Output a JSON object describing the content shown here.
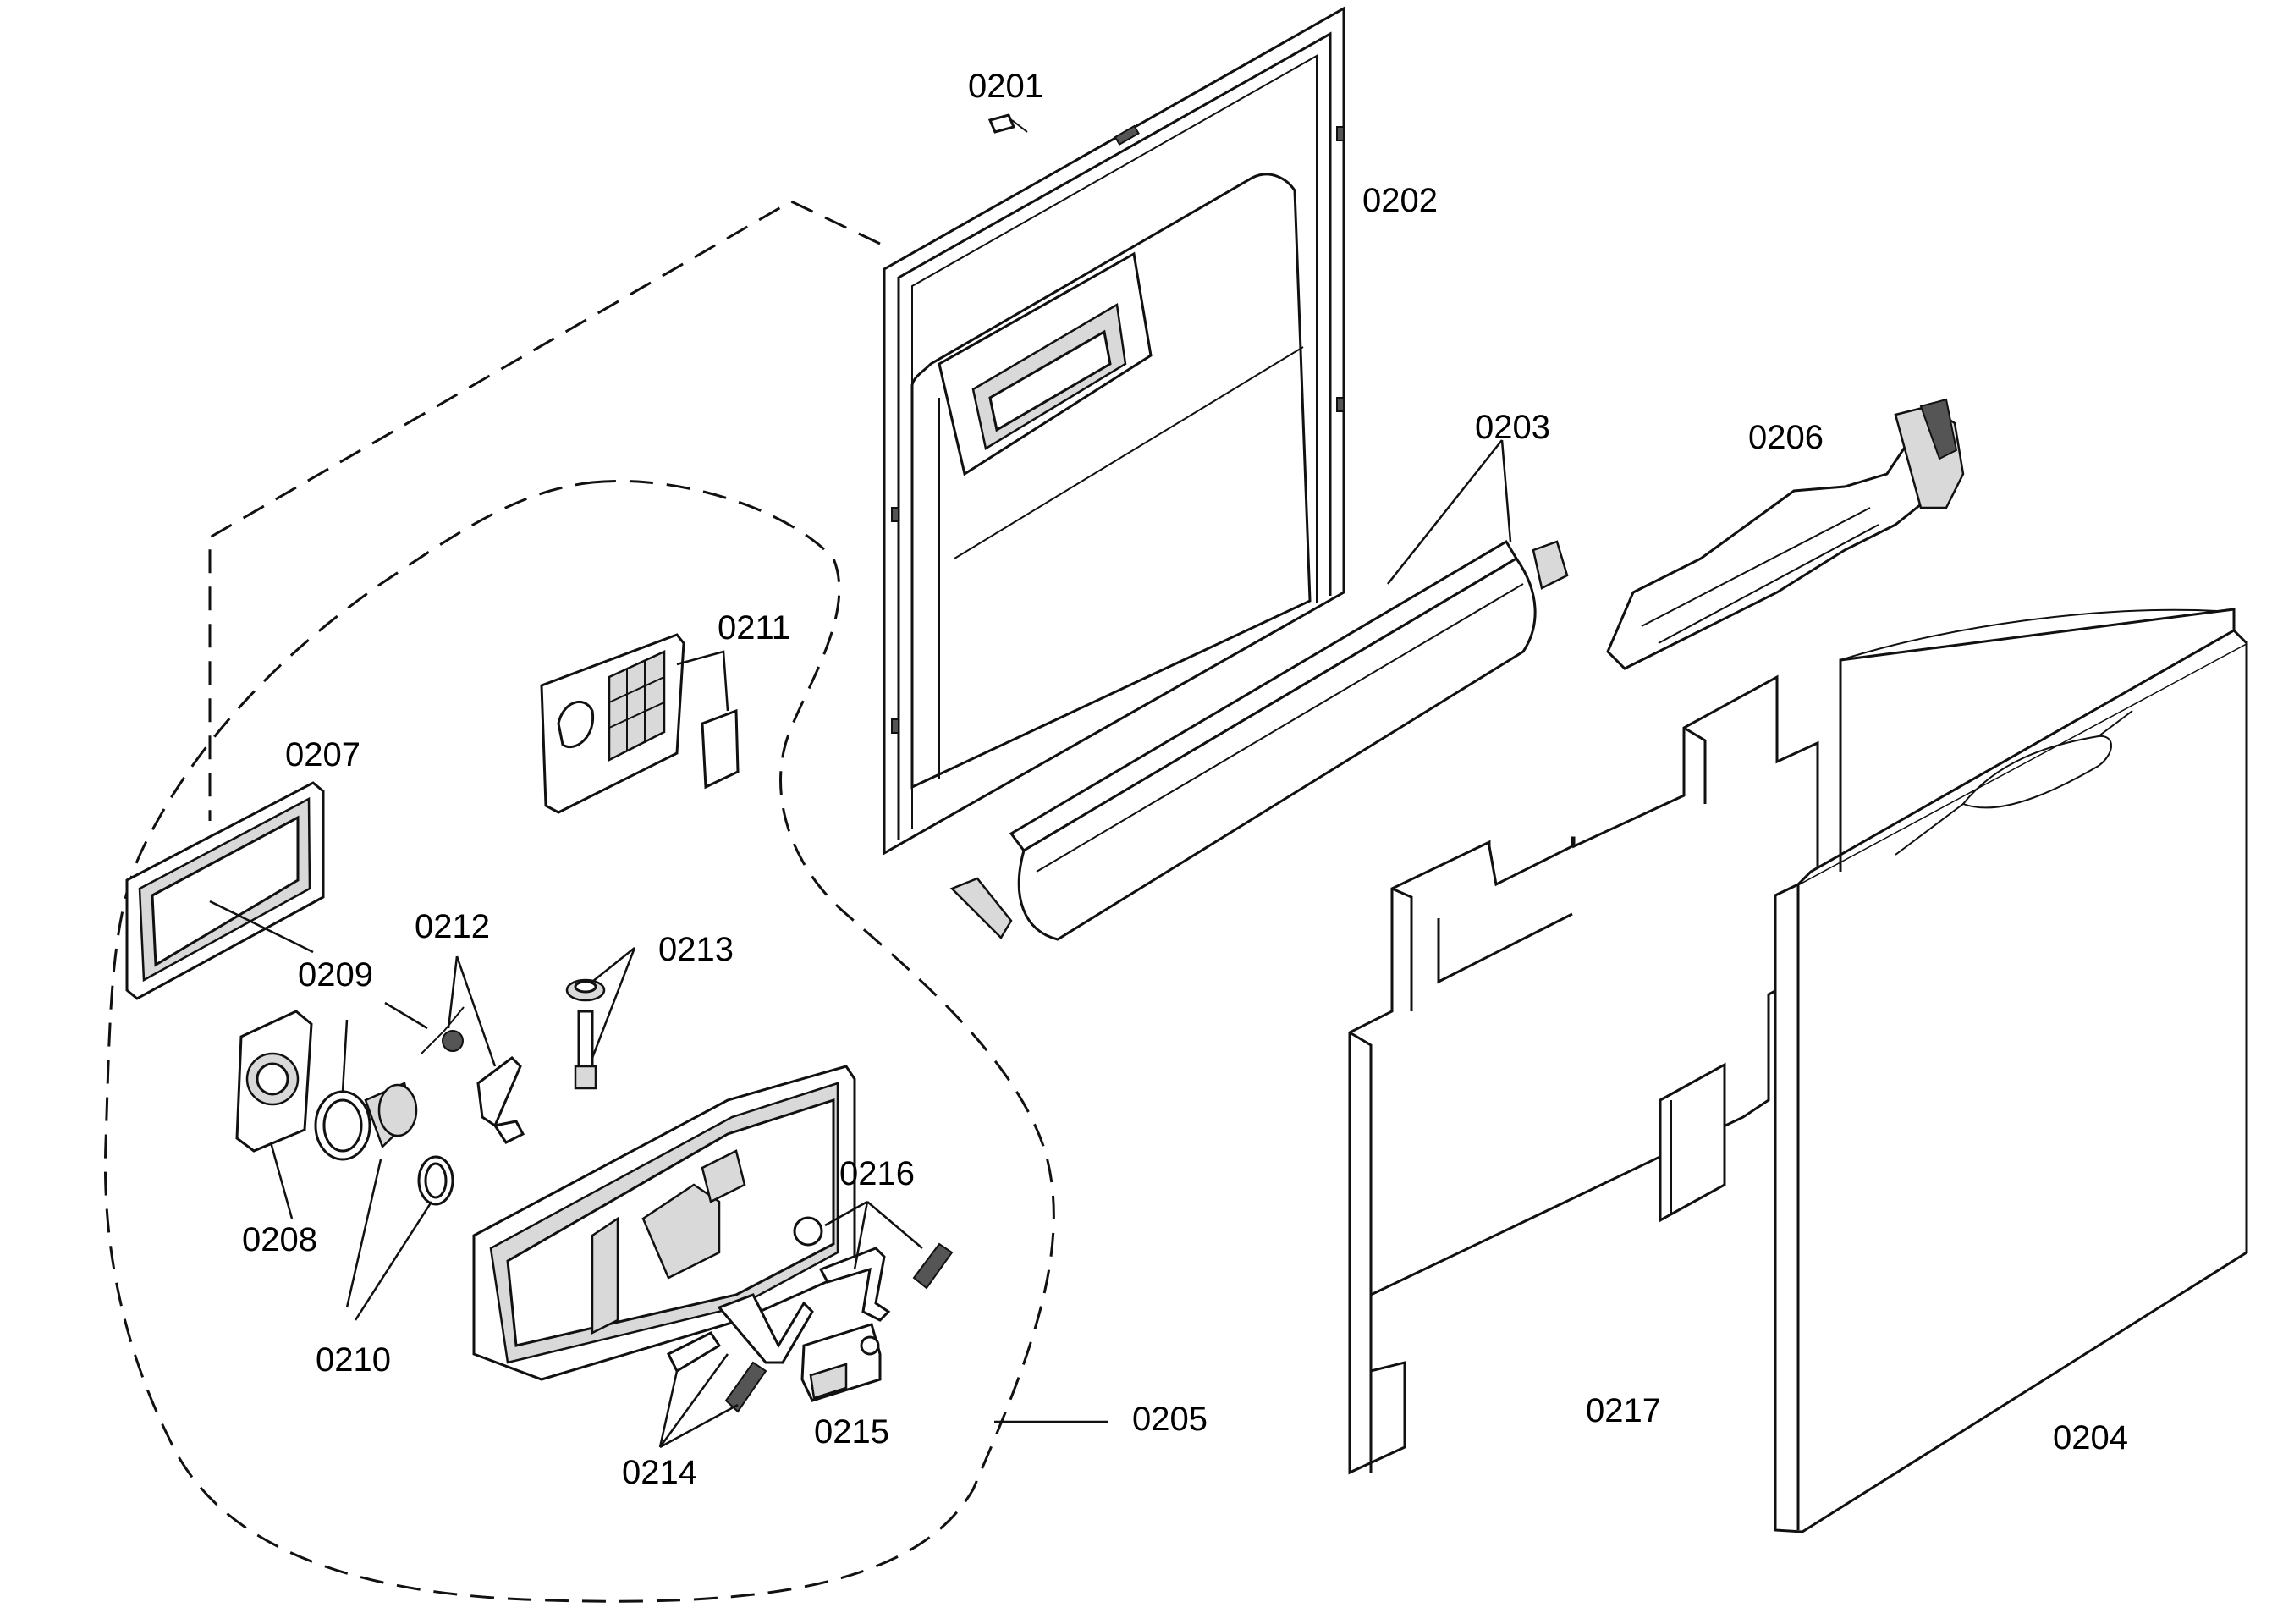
{
  "diagram": {
    "labels": {
      "p0201": "0201",
      "p0202": "0202",
      "p0203": "0203",
      "p0204": "0204",
      "p0205": "0205",
      "p0206": "0206",
      "p0207": "0207",
      "p0208": "0208",
      "p0209": "0209",
      "p0210": "0210",
      "p0211": "0211",
      "p0212": "0212",
      "p0213": "0213",
      "p0214": "0214",
      "p0215": "0215",
      "p0216": "0216",
      "p0217": "0217"
    }
  }
}
